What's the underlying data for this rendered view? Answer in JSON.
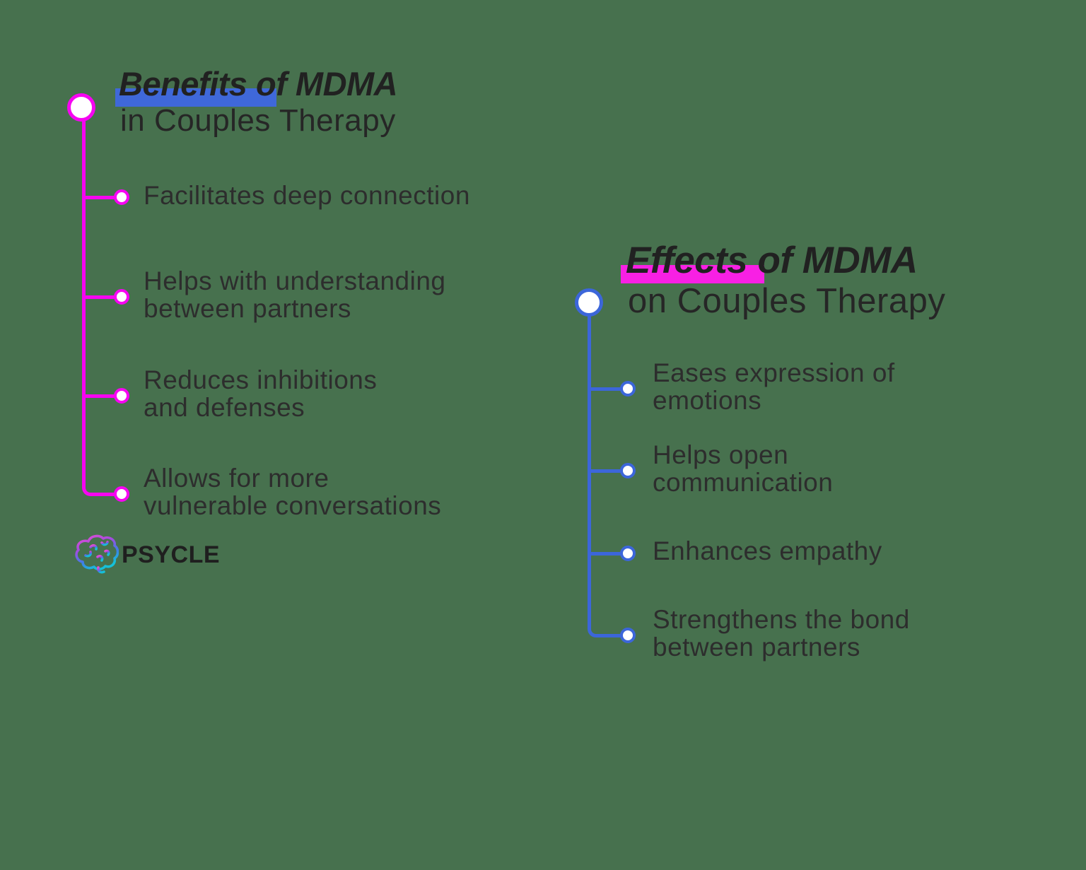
{
  "background_color": "#47714E",
  "left": {
    "accent_color": "#F704F2",
    "title_highlight_color": "#3F68D9",
    "title": {
      "emphasis": "Benefits",
      "rest": " of MDMA",
      "line2": "in Couples Therapy"
    },
    "items": [
      {
        "lines": [
          "Facilitates deep connection"
        ]
      },
      {
        "lines": [
          "Helps with understanding",
          "between partners"
        ]
      },
      {
        "lines": [
          "Reduces inhibitions",
          "and defenses"
        ]
      },
      {
        "lines": [
          "Allows for more",
          "vulnerable conversations"
        ]
      }
    ]
  },
  "right": {
    "accent_color": "#3C66DA",
    "title_highlight_color": "#F820E4",
    "title": {
      "emphasis": "Effects",
      "rest": " of MDMA",
      "line2": "on Couples Therapy"
    },
    "items": [
      {
        "lines": [
          "Eases expression of",
          "emotions"
        ]
      },
      {
        "lines": [
          "Helps open",
          "communication"
        ]
      },
      {
        "lines": [
          "Enhances empathy"
        ]
      },
      {
        "lines": [
          "Strengthens the bond",
          "between partners"
        ]
      }
    ]
  },
  "logo": {
    "brand": "PSYCLE",
    "icon": "brain-icon",
    "icon_gradient": [
      "#E84FD0",
      "#A44BE0",
      "#3F7DE8",
      "#16C0D8"
    ]
  }
}
